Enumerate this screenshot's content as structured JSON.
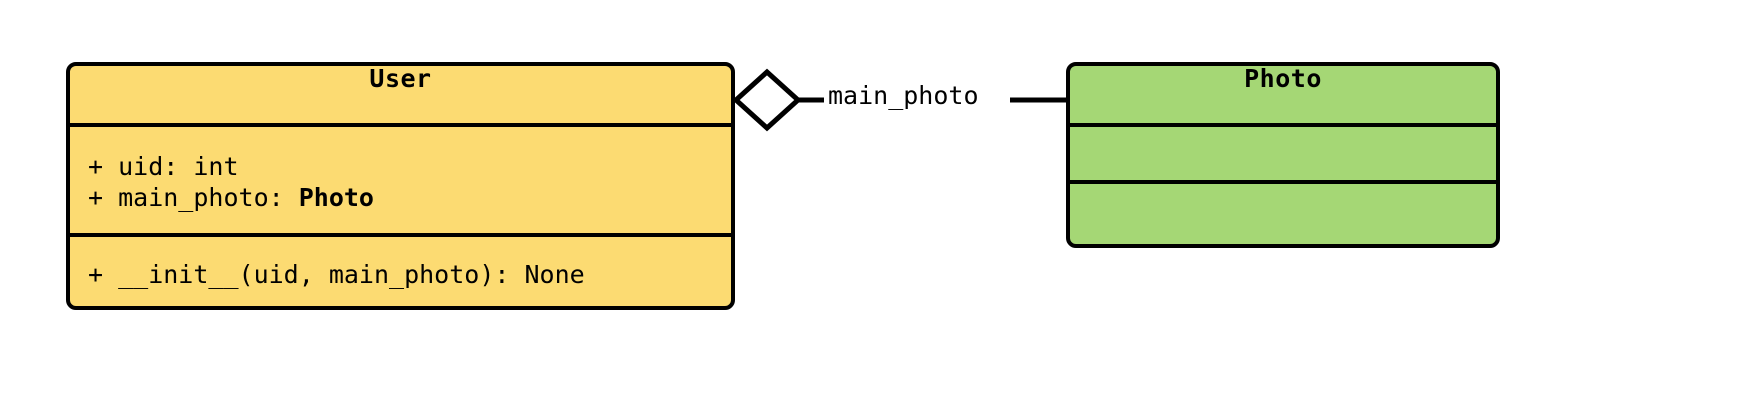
{
  "diagram": {
    "type": "uml-class-diagram",
    "background_color": "#ffffff",
    "line_color": "#000000",
    "classes": [
      {
        "name": "User",
        "fill_color": "#fcdb72",
        "attributes": [
          {
            "visibility": "+",
            "text": "+ uid: int",
            "name": "uid",
            "type": "int",
            "type_bold": false
          },
          {
            "visibility": "+",
            "text": "+ main_photo: ",
            "name": "main_photo",
            "type": "Photo",
            "type_bold": true
          }
        ],
        "methods": [
          {
            "visibility": "+",
            "text": "+ __init__(uid, main_photo): None",
            "name": "__init__",
            "params": "uid, main_photo",
            "returns": "None"
          }
        ]
      },
      {
        "name": "Photo",
        "fill_color": "#a5d775",
        "attributes": [],
        "methods": []
      }
    ],
    "relationships": [
      {
        "kind": "aggregation",
        "label": "main_photo",
        "source": "User",
        "target": "Photo",
        "diamond_fill": "#ffffff",
        "diamond_stroke": "#000000"
      }
    ]
  }
}
